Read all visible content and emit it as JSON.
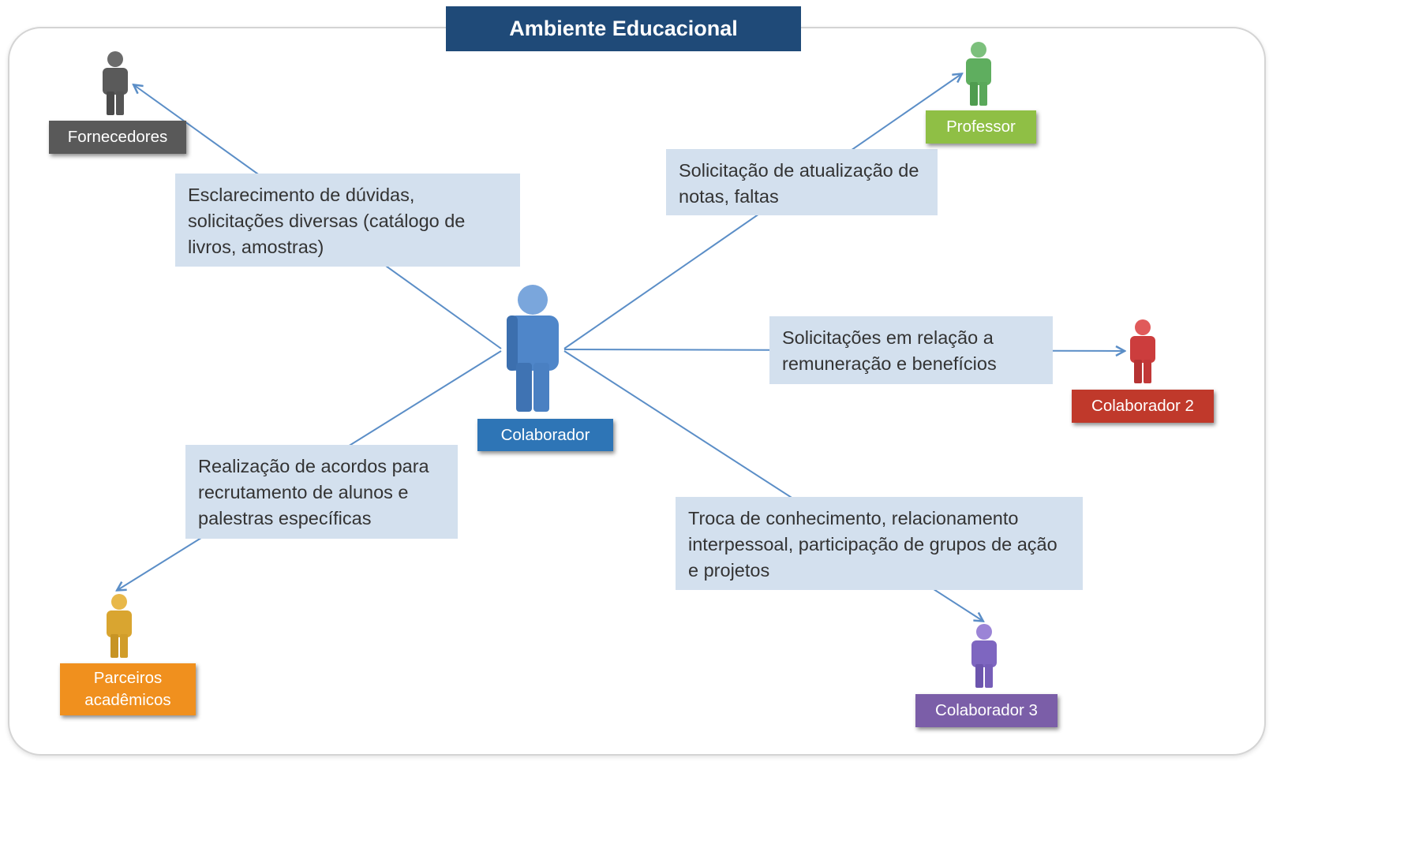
{
  "title": "Ambiente Educacional",
  "center": {
    "label": "Colaborador",
    "color": "#2e75b6"
  },
  "actors": [
    {
      "label": "Fornecedores",
      "color": "#595959"
    },
    {
      "label": "Professor",
      "color": "#8fbf45"
    },
    {
      "label": "Colaborador 2",
      "color": "#c0392b"
    },
    {
      "label": "Colaborador 3",
      "color": "#7b5ea8"
    },
    {
      "label": "Parceiros acadêmicos",
      "color": "#f0901e"
    }
  ],
  "notes": [
    {
      "text": "Esclarecimento de dúvidas, solicitações diversas (catálogo de livros, amostras)"
    },
    {
      "text": "Solicitação de atualização de notas, faltas"
    },
    {
      "text": "Solicitações em relação a remuneração e benefícios"
    },
    {
      "text": "Troca de conhecimento, relacionamento interpessoal, participação de grupos de ação e projetos"
    },
    {
      "text": "Realização de acordos para recrutamento de alunos e palestras específicas"
    }
  ],
  "colors": {
    "title_bg": "#1f4a78",
    "note_bg": "#d3e0ee",
    "arrow": "#5b8ec7"
  }
}
